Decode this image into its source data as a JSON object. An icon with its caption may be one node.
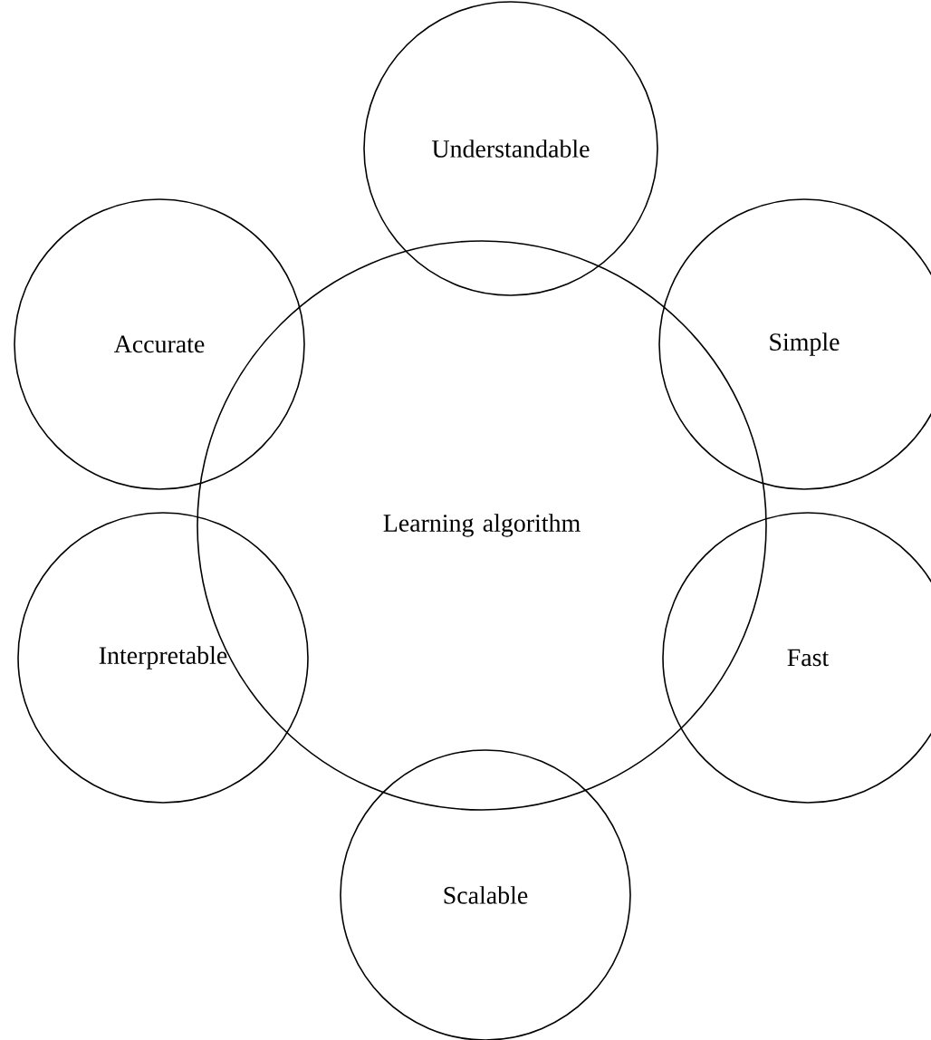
{
  "diagram": {
    "nodes": [
      {
        "text": [
          "Understandable"
        ]
      },
      {
        "text": [
          "Accurate"
        ]
      },
      {
        "text": [
          "Simple"
        ]
      },
      {
        "text": [
          "Learning algorithm"
        ]
      },
      {
        "text": [
          "Interpretable"
        ]
      },
      {
        "text": [
          "Fast"
        ]
      },
      {
        "text": [
          "Scalable"
        ]
      }
    ]
  }
}
